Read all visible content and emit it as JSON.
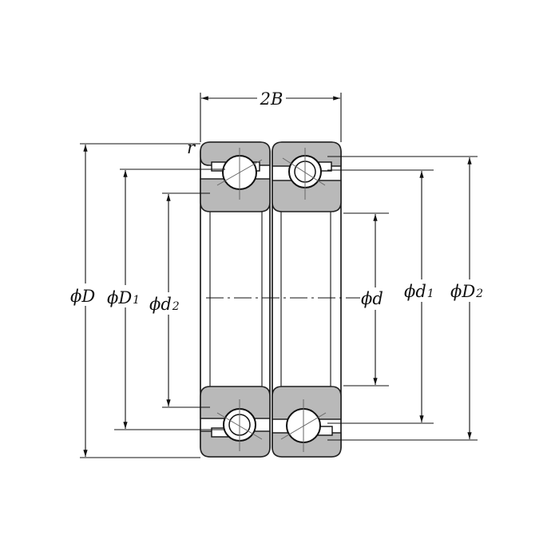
{
  "title": "Double-row angular contact ball bearing dimension drawing",
  "labels": {
    "width": "2B",
    "fillet": "r",
    "outer_diameter": "D",
    "outer_ring_shoulder": "D",
    "outer_ring_shoulder_sub": "1",
    "inner_ring_shoulder_d2": "d",
    "inner_ring_shoulder_d2_sub": "2",
    "bore": "d",
    "inner_ring_shoulder_d1": "d",
    "inner_ring_shoulder_d1_sub": "1",
    "outer_ring_shoulder_D2": "D",
    "outer_ring_shoulder_D2_sub": "2",
    "phi": "ϕ"
  },
  "colors": {
    "ring_fill": "#b9b9b9",
    "line": "#111111"
  }
}
